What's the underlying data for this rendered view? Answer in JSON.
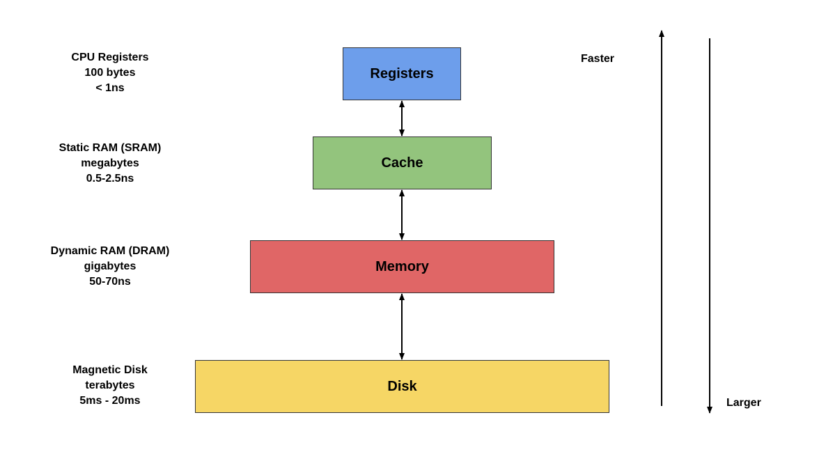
{
  "levels": [
    {
      "box_label": "Registers",
      "desc": [
        "CPU Registers",
        "100 bytes",
        "< 1ns"
      ],
      "color": "#6d9eeb"
    },
    {
      "box_label": "Cache",
      "desc": [
        "Static RAM (SRAM)",
        "megabytes",
        "0.5-2.5ns"
      ],
      "color": "#93c47d"
    },
    {
      "box_label": "Memory",
      "desc": [
        "Dynamic RAM (DRAM)",
        "gigabytes",
        "50-70ns"
      ],
      "color": "#e06666"
    },
    {
      "box_label": "Disk",
      "desc": [
        "Magnetic Disk",
        "terabytes",
        "5ms - 20ms"
      ],
      "color": "#f6d665"
    }
  ],
  "axis": {
    "up_label": "Faster",
    "down_label": "Larger"
  }
}
